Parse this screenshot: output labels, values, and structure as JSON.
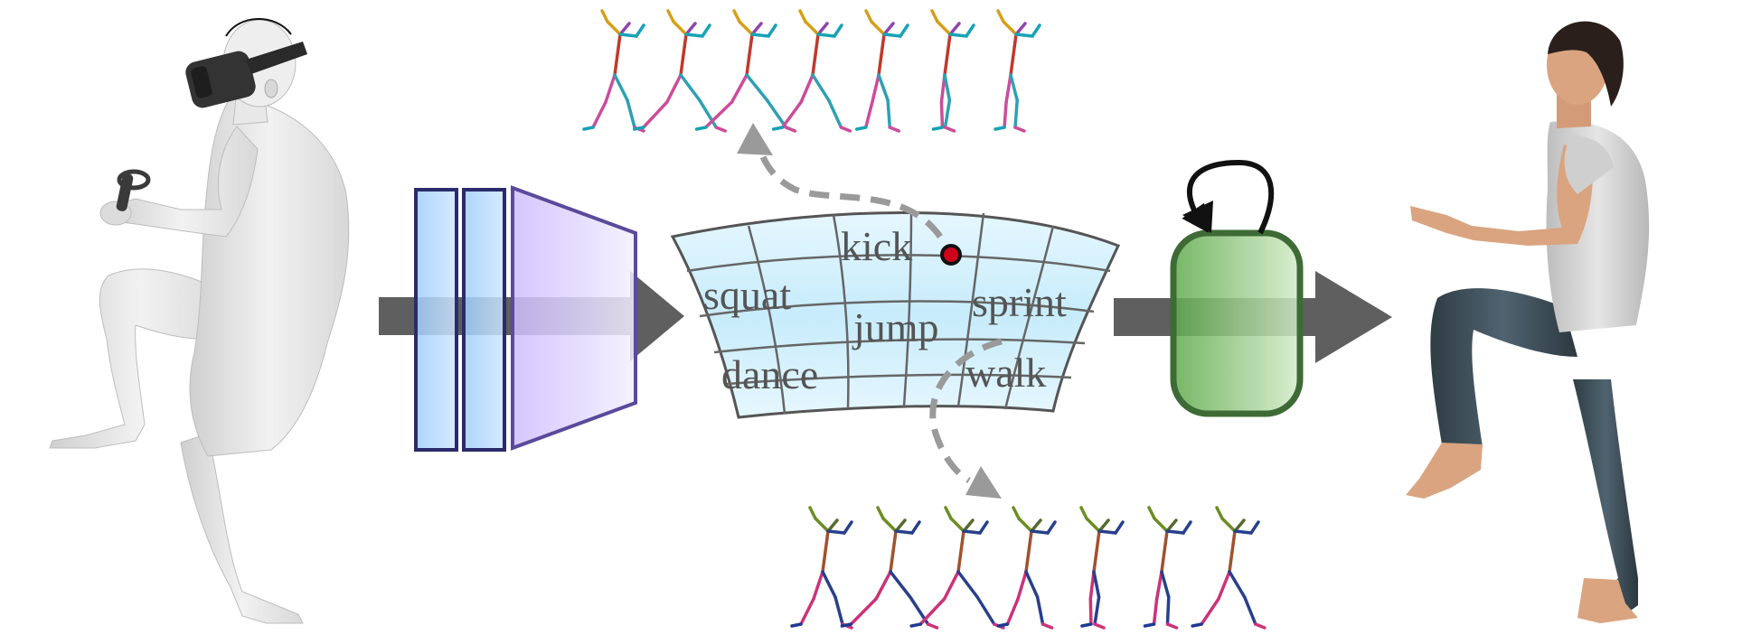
{
  "latent_space": {
    "labels": [
      {
        "id": "kick",
        "text": "kick"
      },
      {
        "id": "squat",
        "text": "squat"
      },
      {
        "id": "jump",
        "text": "jump"
      },
      {
        "id": "sprint",
        "text": "sprint"
      },
      {
        "id": "dance",
        "text": "dance"
      },
      {
        "id": "walk",
        "text": "walk"
      }
    ]
  },
  "colors": {
    "flow_arrow": "#5f5f5f",
    "encoder_layer_fill": "#b8dcff",
    "encoder_layer_stroke": "#2b2b6b",
    "encoder_trapezoid_fill": "#e2dbff",
    "encoder_trapezoid_stroke": "#5a4a9a",
    "latent_fill": "#cdeefc",
    "latent_grid": "#666666",
    "sample_point": "#d0021b",
    "decoder_fill": "#7bc067",
    "decoder_stroke": "#3e6b35",
    "dashed_arrow": "#9a9a9a",
    "body_mesh": "#e6e6e6",
    "headset": "#333333",
    "avatar_skin": "#d9a47f",
    "avatar_shirt": "#d4d4d4",
    "avatar_pants": "#3b4a52"
  },
  "icons": {
    "input": "vr-user-mesh-icon",
    "encoder": "encoder-block-icon",
    "latent": "motion-latent-space-icon",
    "decoder": "recurrent-decoder-icon",
    "output": "human-avatar-icon",
    "skeleton_top": "kick-skeleton-sequence-icon",
    "skeleton_bottom": "walk-skeleton-sequence-icon"
  }
}
